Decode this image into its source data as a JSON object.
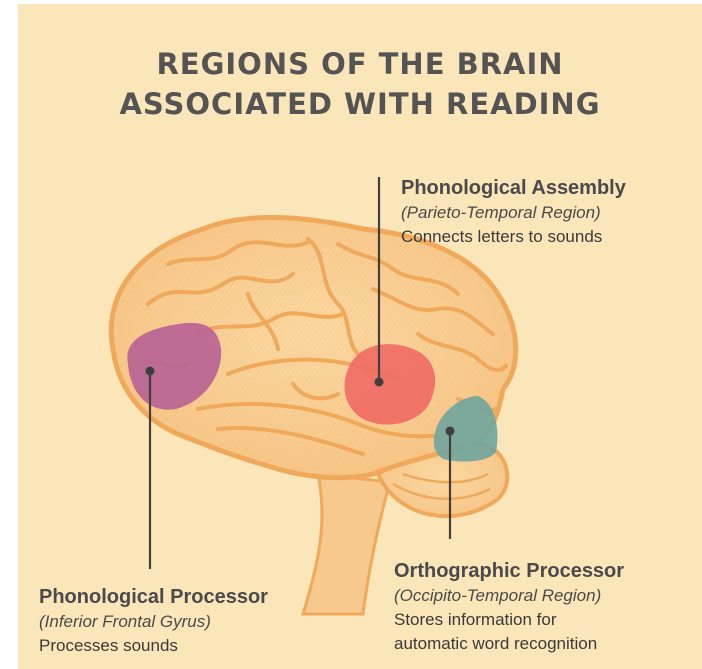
{
  "title": {
    "line1": "REGIONS OF THE BRAIN",
    "line2": "ASSOCIATED WITH READING"
  },
  "regions": [
    {
      "name": "Phonological Assembly",
      "area": "(Parieto-Temporal Region)",
      "description": [
        "Connects letters to sounds"
      ],
      "color": "#ef6a63"
    },
    {
      "name": "Phonological Processor",
      "area": "(Inferior Frontal Gyrus)",
      "description": [
        "Processes sounds"
      ],
      "color": "#b55f94"
    },
    {
      "name": "Orthographic Processor",
      "area": "(Occipito-Temporal Region)",
      "description": [
        "Stores information for",
        "automatic word recognition"
      ],
      "color": "#6fa59f"
    }
  ],
  "colors": {
    "background": "#fbe6b9",
    "brain": "#f3b168",
    "text": "#4a4a4a"
  }
}
